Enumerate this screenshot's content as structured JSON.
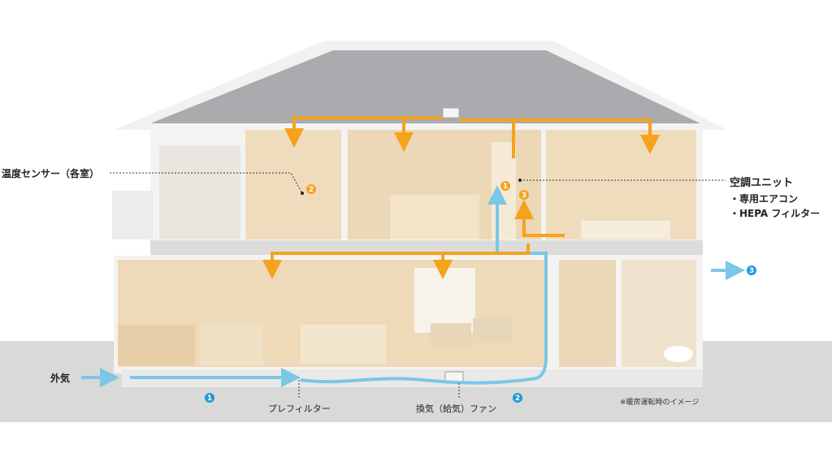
{
  "labels": {
    "sensor": "温度センサー（各室）",
    "unit_title": "空調ユニット",
    "unit_item1": "・専用エアコン",
    "unit_item2": "・HEPA フィルター",
    "outside_air": "外気",
    "prefilter": "プレフィルター",
    "fan": "換気（給気）ファン",
    "note": "※暖房運転時のイメージ"
  },
  "markers": {
    "orange": [
      "1",
      "2",
      "3"
    ],
    "blue": [
      "1",
      "2",
      "3"
    ]
  },
  "colors": {
    "warm_air": "#f5a21c",
    "fresh_air": "#7cc6e6",
    "marker_blue": "#1b9bd6",
    "roof": "#a9abae",
    "room": "#efdcbd"
  }
}
